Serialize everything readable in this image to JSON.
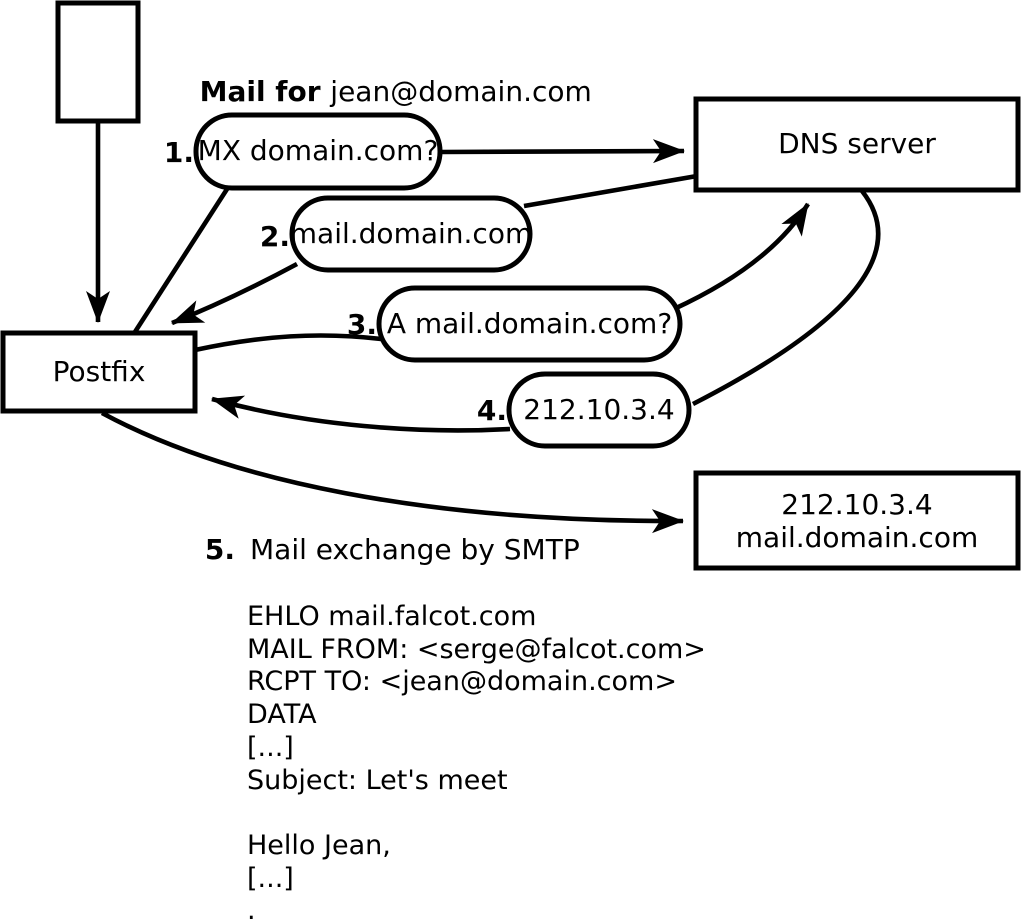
{
  "colors": {
    "ink": "#000000",
    "background": "#ffffff"
  },
  "title": {
    "prefix": "Mail for ",
    "email": "jean@domain.com"
  },
  "nodes": {
    "postfix": {
      "label": "Postfix"
    },
    "dns": {
      "label": "DNS server"
    },
    "mail_server": {
      "ip": "212.10.3.4",
      "hostname": "mail.domain.com"
    }
  },
  "steps": [
    {
      "num": "1.",
      "label": "MX domain.com?"
    },
    {
      "num": "2.",
      "label": "mail.domain.com"
    },
    {
      "num": "3.",
      "label": "A mail.domain.com?"
    },
    {
      "num": "4.",
      "label": "212.10.3.4"
    },
    {
      "num": "5.",
      "label": "Mail exchange by SMTP"
    }
  ],
  "smtp_session": {
    "lines": [
      "EHLO mail.falcot.com",
      "MAIL FROM: <serge@falcot.com>",
      "RCPT TO: <jean@domain.com>",
      "DATA",
      "[...]",
      "Subject: Let's meet",
      "",
      "Hello Jean,",
      "[...]",
      "."
    ]
  }
}
